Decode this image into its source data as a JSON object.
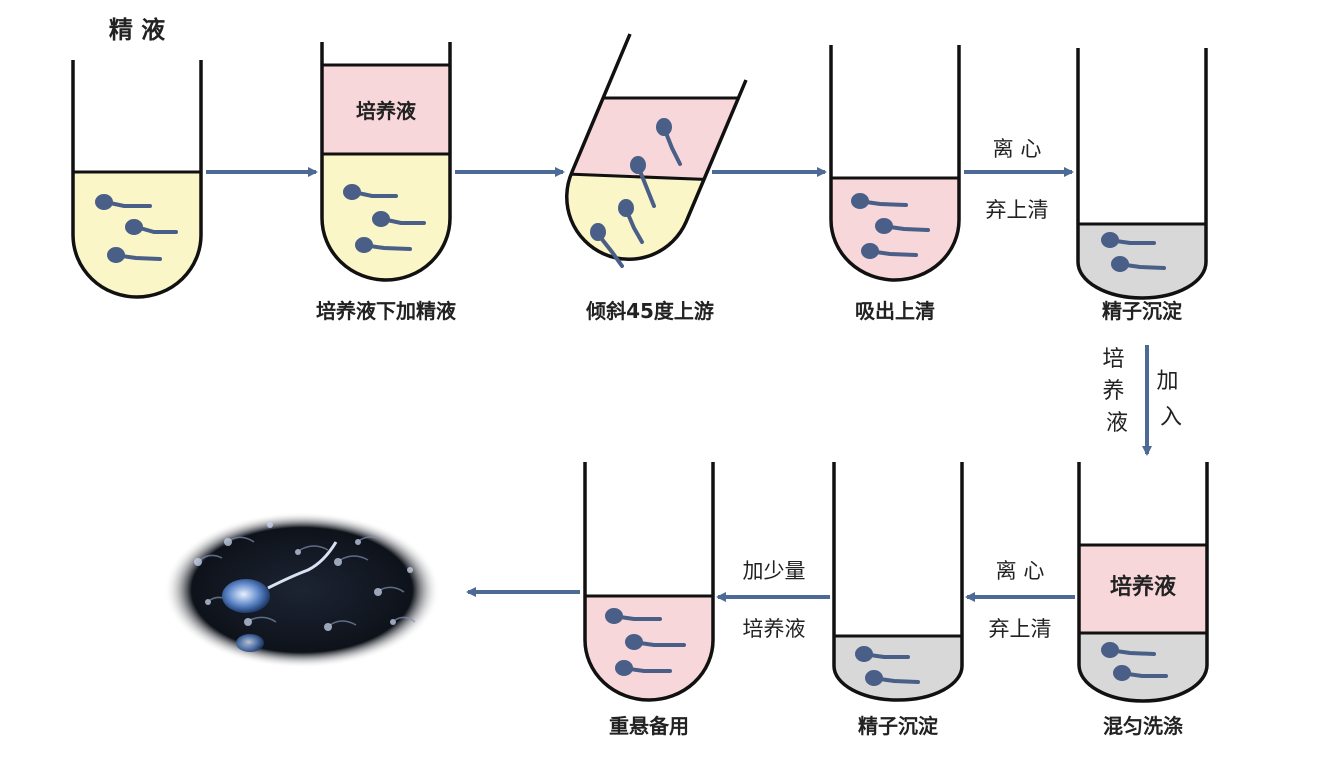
{
  "colors": {
    "yellow": "#fbf6c8",
    "pink": "#f8d7da",
    "gray": "#d8d8d8",
    "sperm": "#4a5f88",
    "arrow": "#4d6a96",
    "outline": "#111111"
  },
  "tubes": [
    {
      "top_text": "精 液",
      "label": "",
      "bands": [
        "yellow"
      ]
    },
    {
      "top_text": "",
      "label": "培养液下加精液",
      "bands": [
        "pink",
        "yellow"
      ],
      "band_text": "培养液"
    },
    {
      "top_text": "",
      "label": "倾斜45度上游",
      "bands": [
        "pink",
        "yellow"
      ]
    },
    {
      "top_text": "",
      "label": "吸出上清",
      "bands": [
        "pink"
      ]
    },
    {
      "top_text": "",
      "label": "精子沉淀",
      "bands": [
        "gray"
      ]
    },
    {
      "top_text": "",
      "label": "混匀洗涤",
      "bands": [
        "pink",
        "gray"
      ],
      "band_text": "培养液"
    },
    {
      "top_text": "",
      "label": "精子沉淀",
      "bands": [
        "gray"
      ]
    },
    {
      "top_text": "",
      "label": "重悬备用",
      "bands": [
        "pink"
      ]
    }
  ],
  "arrows": {
    "centrifuge_1": {
      "top": "离 心",
      "bottom": "弃上清"
    },
    "add_medium": {
      "left": "培养液",
      "right": "加入"
    },
    "centrifuge_2": {
      "top": "离 心",
      "bottom": "弃上清"
    },
    "add_little": {
      "top": "加少量",
      "bottom": "培养液"
    }
  },
  "micrograph": {
    "icon": "sperm-micrograph-icon"
  }
}
